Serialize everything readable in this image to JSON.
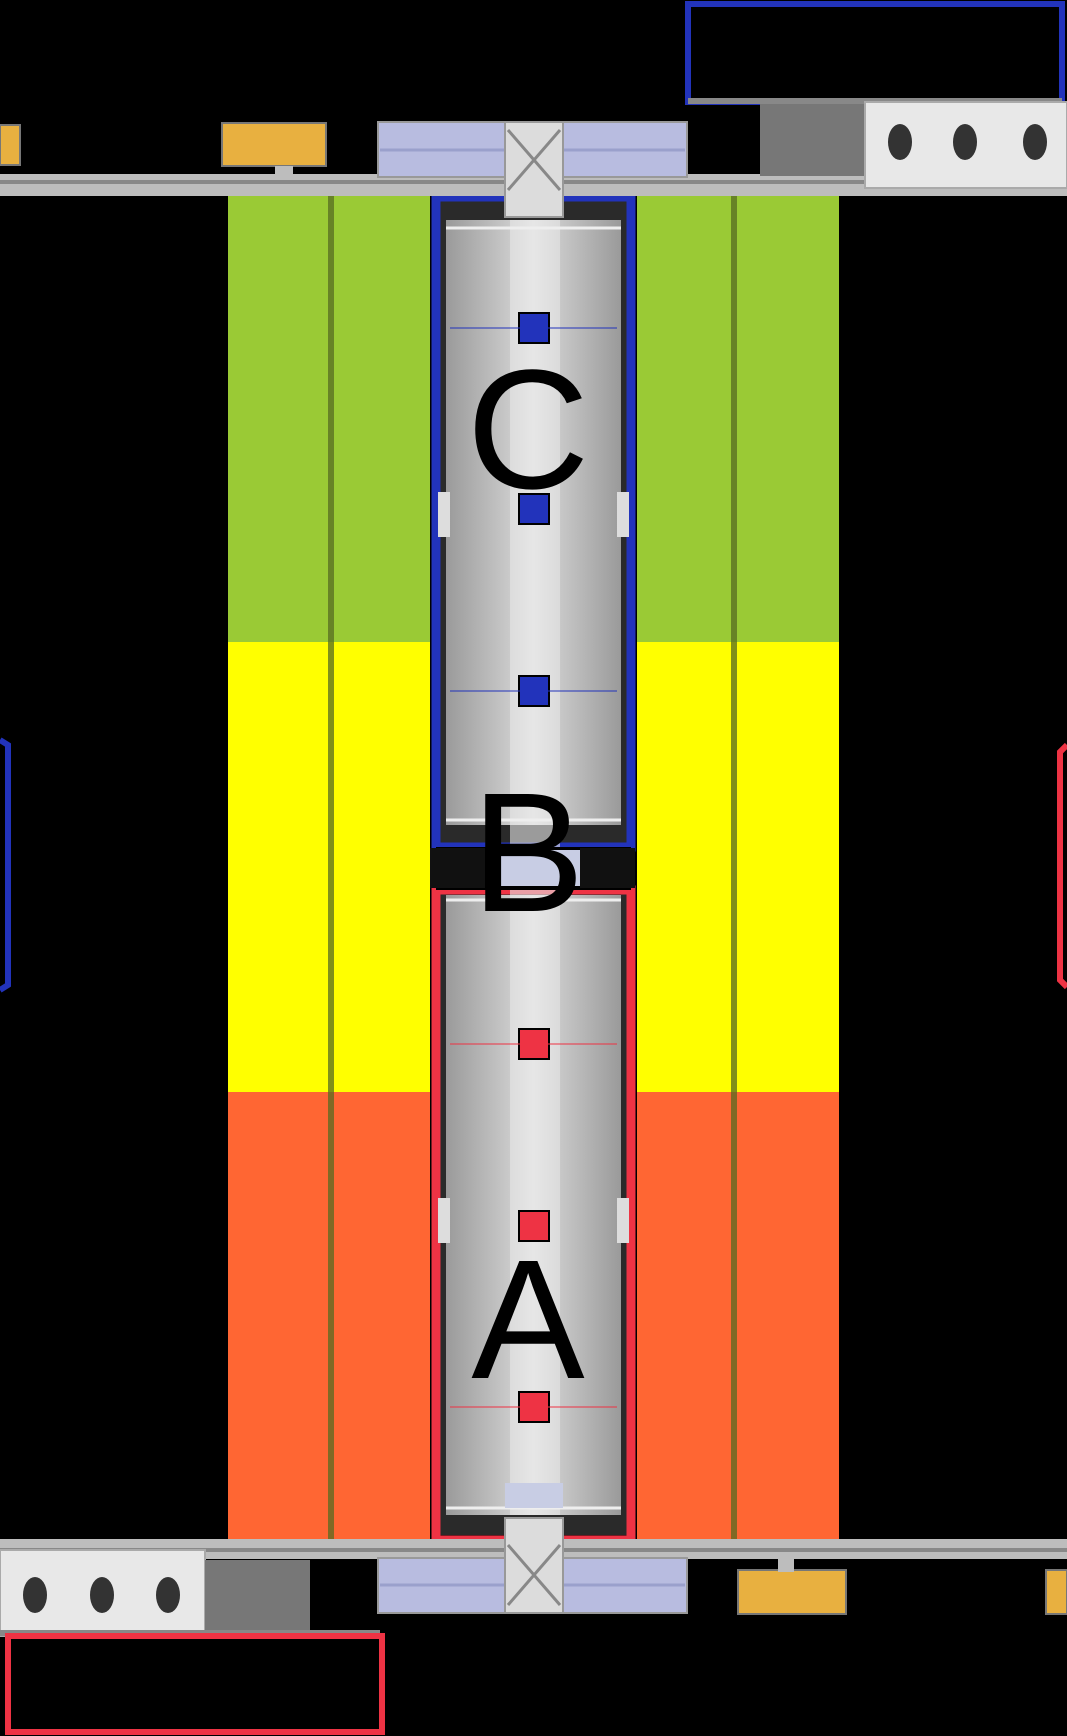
{
  "zones": [
    {
      "id": "C",
      "label": "C"
    },
    {
      "id": "B",
      "label": "B"
    },
    {
      "id": "A",
      "label": "A"
    }
  ],
  "colors": {
    "background": "#000000",
    "zone_top": "#9ACA35",
    "zone_middle": "#FFFF00",
    "zone_bottom": "#FF6633",
    "blue_alliance": "#2233BB",
    "red_alliance": "#EE3344",
    "amber_marker": "#E8B040",
    "structure_gray": "#BDBDBD",
    "platform_lavender": "#B8BCE0"
  },
  "icons": [
    "truss-icon",
    "blue-pad-icon",
    "red-pad-icon",
    "driver-station-icon"
  ]
}
